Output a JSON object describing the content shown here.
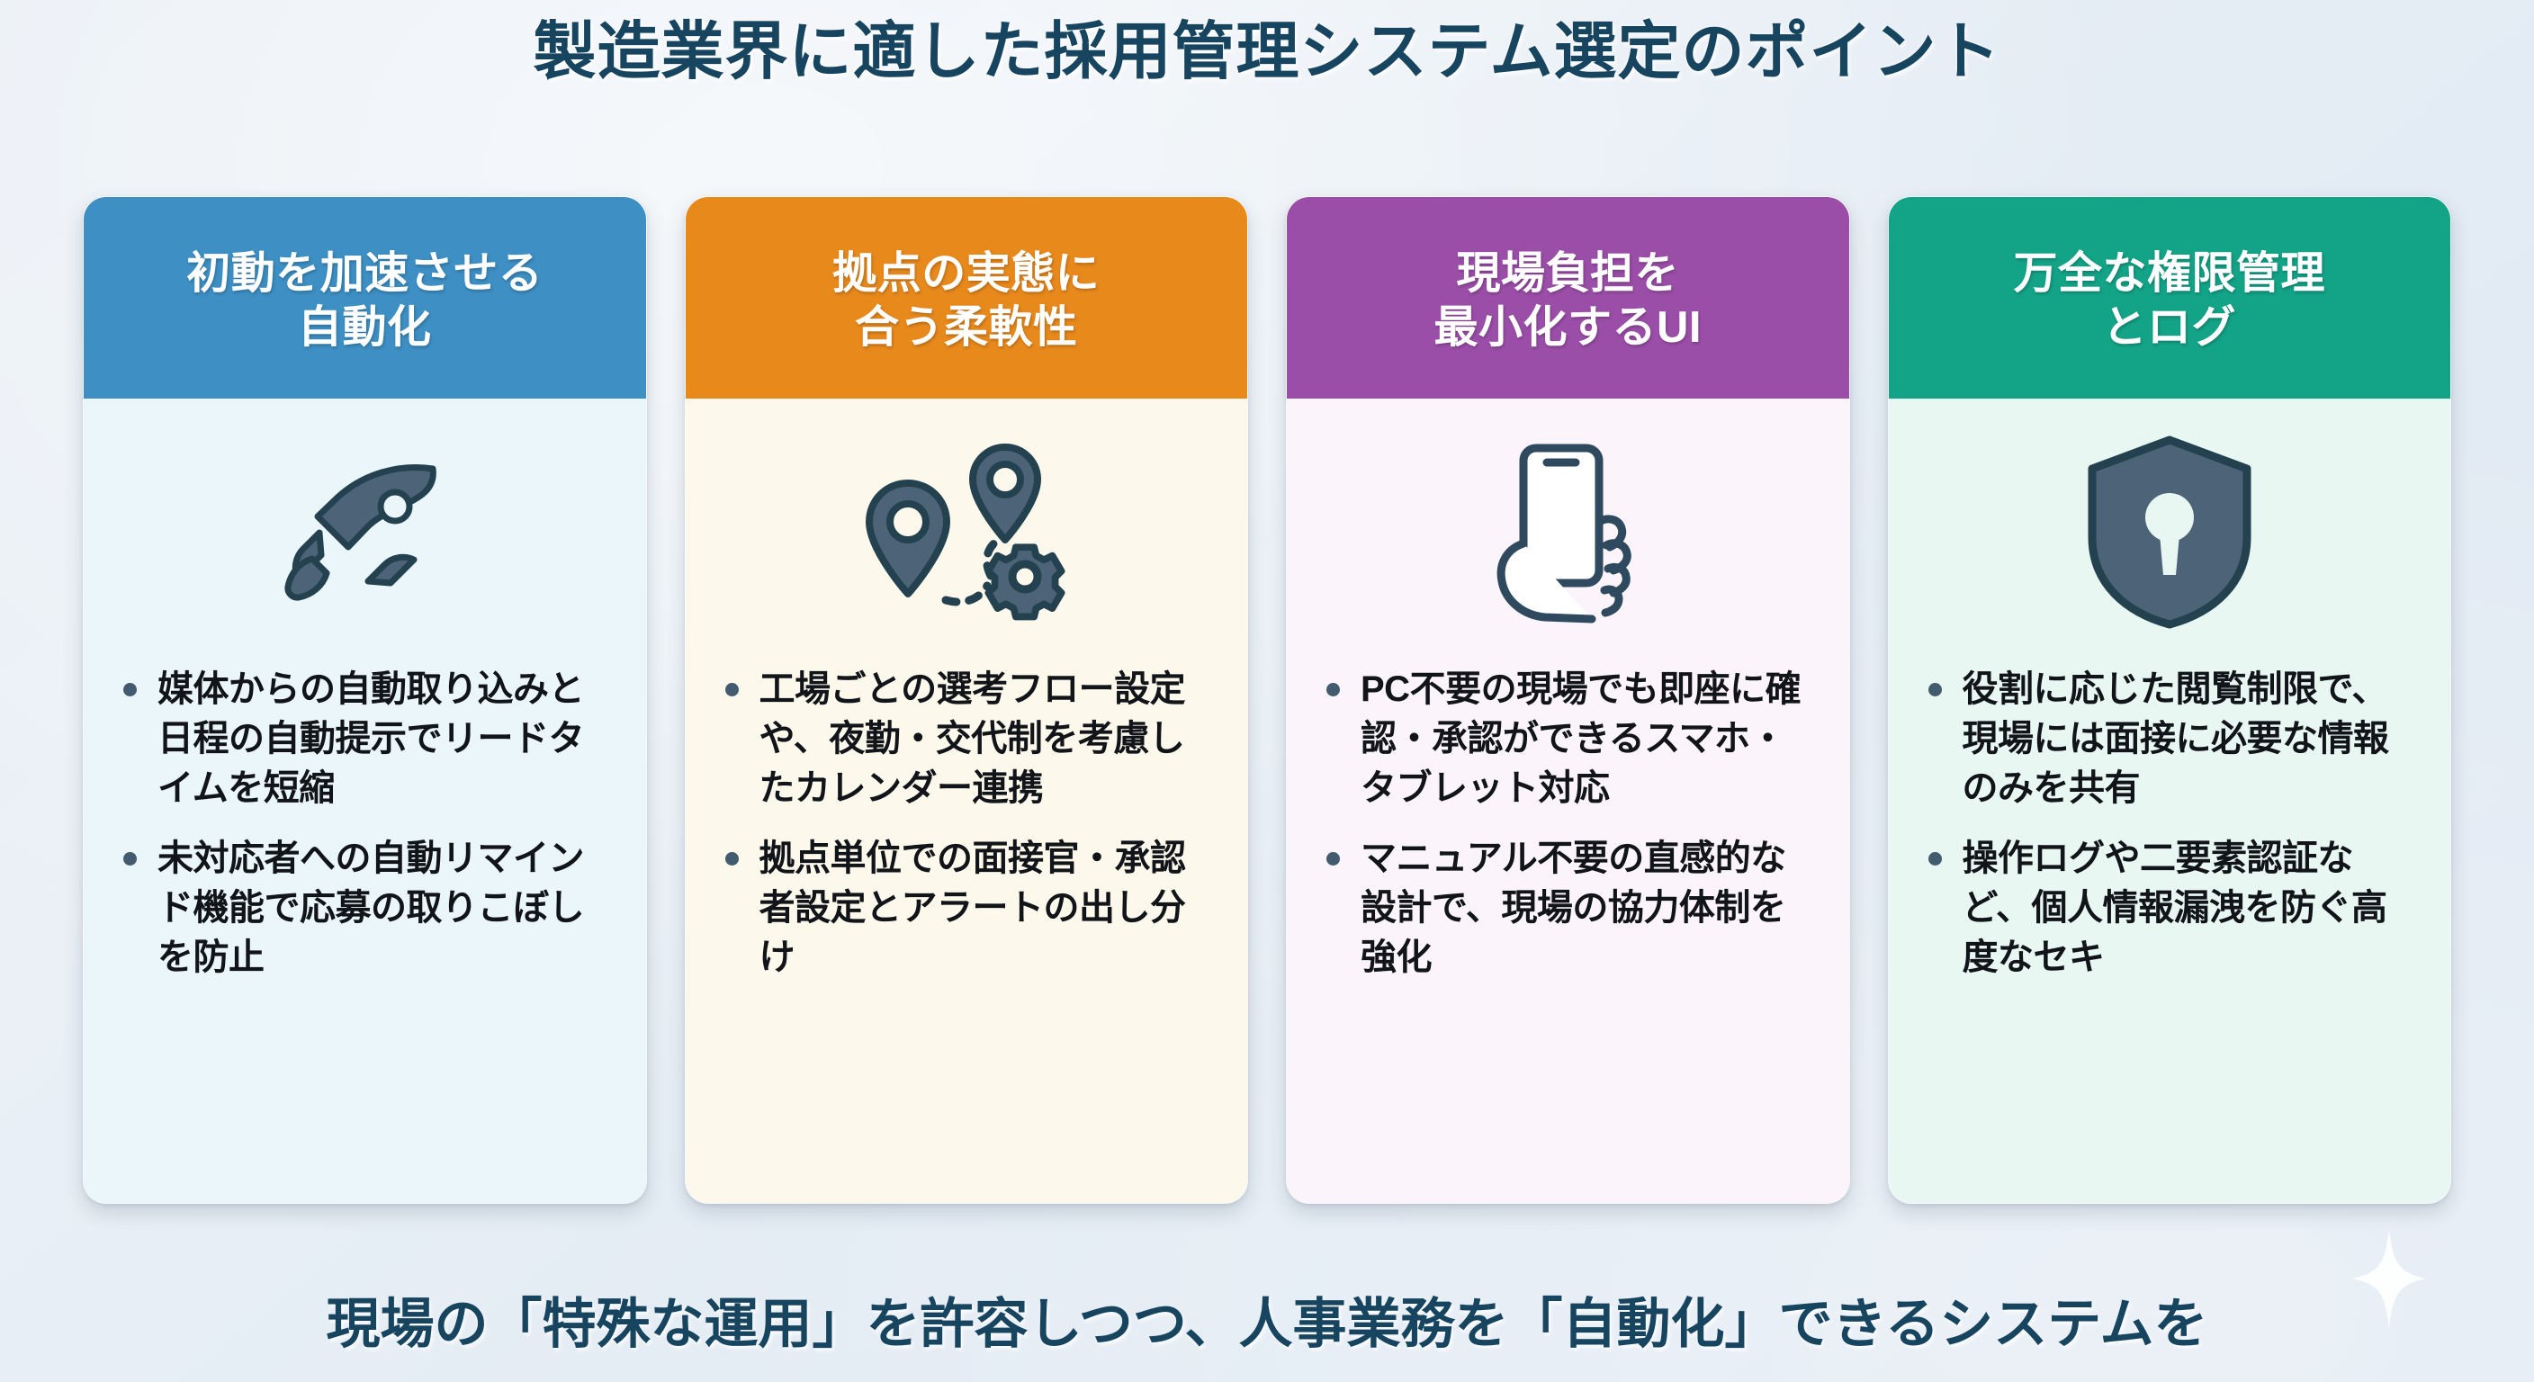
{
  "title": "製造業界に適した採用管理システム選定のポイント",
  "footer": "現場の「特殊な運用」を許容しつつ、人事業務を「自動化」できるシステムを",
  "theme": {
    "page_bg": "#e8eef5",
    "title_color": "#17445e",
    "bullet_text_color": "#111418",
    "bullet_dot_color": "#425b6e",
    "icon_color": "#2f4a5e"
  },
  "cards": [
    {
      "id": "automation",
      "header": "初動を加速させる\n自動化",
      "header_color": "#3d8fc4",
      "body_bg": "#eaf6fa",
      "icon": "rocket-icon",
      "bullets": [
        "媒体からの自動取り込みと日程の自動提示でリードタイムを短縮",
        "未対応者への自動リマインド機能で応募の取りこぼしを防止"
      ]
    },
    {
      "id": "flexibility",
      "header": "拠点の実態に\n合う柔軟性",
      "header_color": "#e8891c",
      "body_bg": "#fdf8ec",
      "icon": "map-pins-gear-icon",
      "bullets": [
        "工場ごとの選考フロー設定や、夜勤・交代制を考慮したカレンダー連携",
        "拠点単位での面接官・承認者設定とアラートの出し分け"
      ]
    },
    {
      "id": "ui",
      "header": "現場負担を\n最小化するUI",
      "header_color": "#9b4ea8",
      "body_bg": "#fbf4fb",
      "icon": "hand-phone-icon",
      "bullets": [
        "PC不要の現場でも即座に確認・承認ができるスマホ・タブレット対応",
        "マニュアル不要の直感的な設計で、現場の協力体制を強化"
      ]
    },
    {
      "id": "permissions",
      "header": "万全な権限管理\nとログ",
      "header_color": "#13a387",
      "body_bg": "#e9f7f3",
      "icon": "shield-lock-icon",
      "bullets": [
        "役割に応じた閲覧制限で、現場には面接に必要な情報のみを共有",
        "操作ログや二要素認証など、個人情報漏洩を防ぐ高度なセキ"
      ]
    }
  ]
}
